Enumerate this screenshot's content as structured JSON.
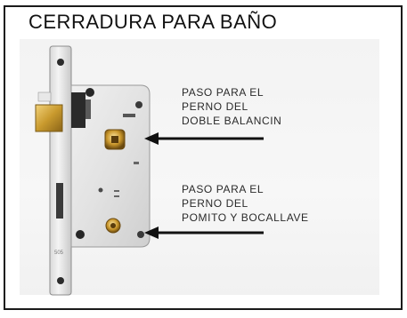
{
  "title": "CERRADURA PARA BAÑO",
  "callouts": [
    {
      "lines": [
        "PASO PARA EL",
        "PERNO DEL",
        "DOBLE BALANCIN"
      ]
    },
    {
      "lines": [
        "PASO PARA EL",
        "PERNO DEL",
        "POMITO Y BOCALLAVE"
      ]
    }
  ],
  "faceplate_marking": "505"
}
